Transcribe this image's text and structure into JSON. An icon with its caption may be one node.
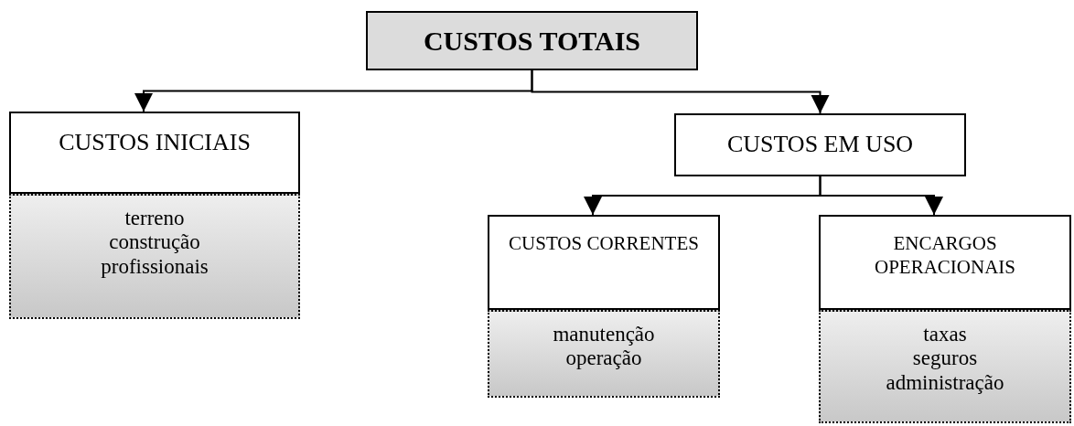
{
  "diagram": {
    "nodes": [
      {
        "text": [
          "CUSTOS TOTAIS"
        ]
      },
      {
        "text": [
          "CUSTOS INICIAIS"
        ]
      },
      {
        "text": [
          "terreno",
          "construção",
          "profissionais"
        ]
      },
      {
        "text": [
          "CUSTOS EM USO"
        ]
      },
      {
        "text": [
          "CUSTOS CORRENTES"
        ]
      },
      {
        "text": [
          "manutenção",
          "operação"
        ]
      },
      {
        "text": [
          "ENCARGOS OPERACIONAIS"
        ]
      },
      {
        "text": [
          "taxas",
          "seguros",
          "administração"
        ]
      }
    ],
    "edges": [
      {
        "from": 0,
        "to": 1,
        "arrow": "to"
      },
      {
        "from": 0,
        "to": 3,
        "arrow": "to"
      },
      {
        "from": 3,
        "to": 4,
        "arrow": "to"
      },
      {
        "from": 3,
        "to": 6,
        "arrow": "to"
      }
    ]
  }
}
